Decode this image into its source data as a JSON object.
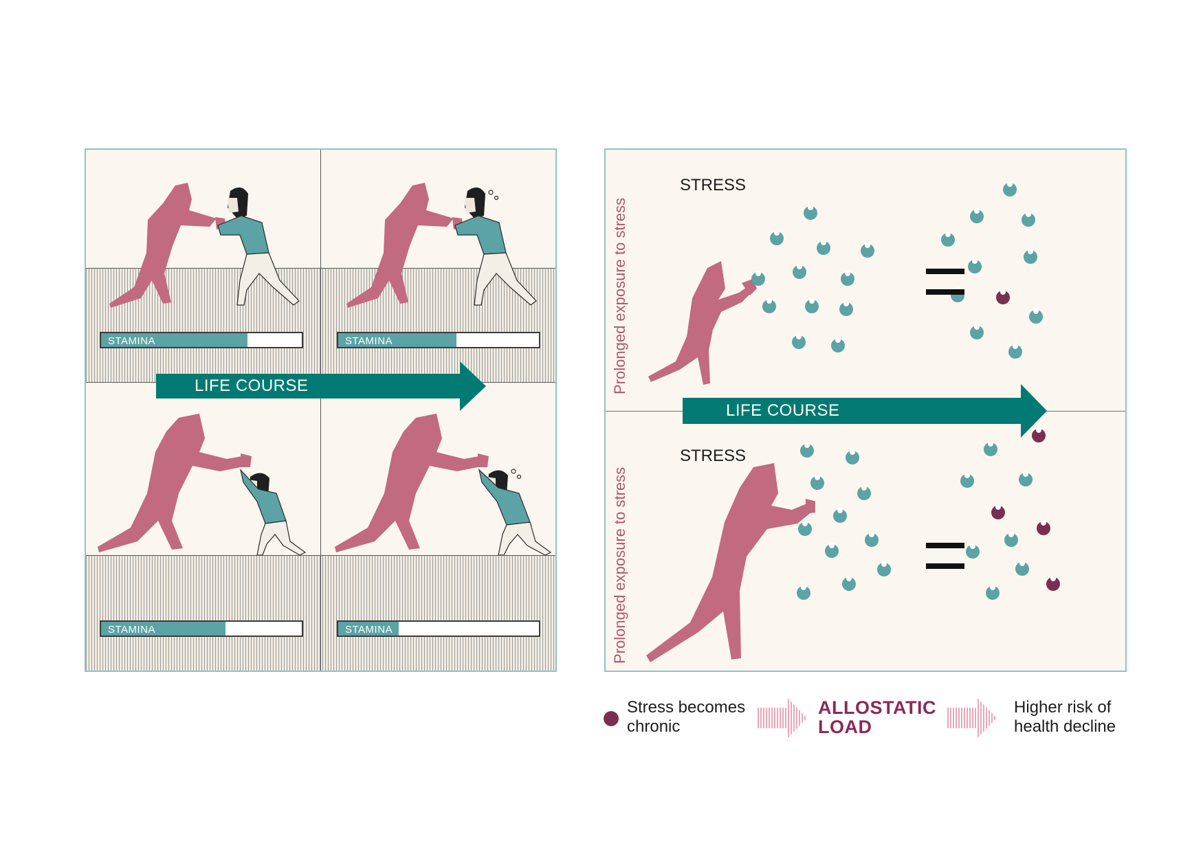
{
  "left_panel": {
    "stamina_label": "STAMINA",
    "life_course_label": "LIFE COURSE",
    "stamina_levels": [
      0.73,
      0.59,
      0.62,
      0.3
    ]
  },
  "right_panel": {
    "stress_label": "STRESS",
    "side_label": "Prolonged exposure to stress",
    "life_course_label": "LIFE COURSE"
  },
  "legend": {
    "chronic_line1": "Stress becomes",
    "chronic_line2": "chronic",
    "allostatic_line1": "ALLOSTATIC",
    "allostatic_line2": "LOAD",
    "risk_line1": "Higher risk of",
    "risk_line2": "health decline"
  },
  "colors": {
    "panel_bg": "#fbf6ef",
    "panel_border": "#8fc4c6",
    "figure_pink": "#c16a80",
    "teal": "#007a72",
    "stamina_teal": "#5ba3a5",
    "teal_dot": "#5ba3a5",
    "chronic_dot": "#7a2f4e",
    "allostatic_text": "#8a2a58",
    "legend_arrow": "#eab3c2"
  }
}
